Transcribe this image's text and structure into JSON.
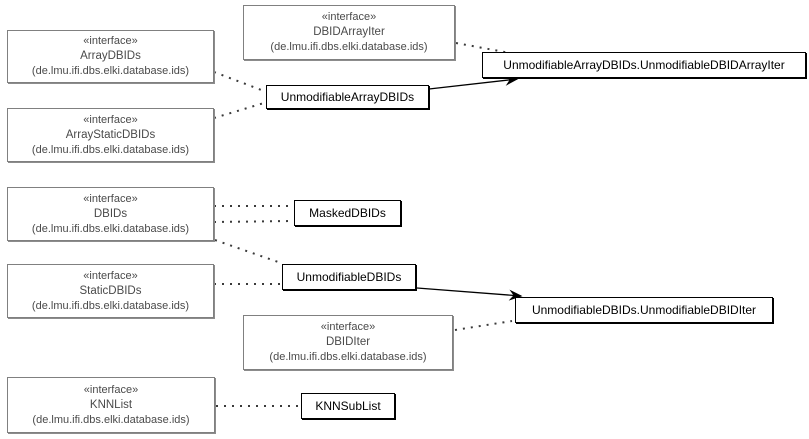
{
  "diagram": {
    "kind": "uml-class-diagram",
    "package": "de.lmu.ifi.dbs.elki.database.ids"
  },
  "colors": {
    "background": "#ffffff",
    "interface_border": "#808080",
    "interface_text": "#4a4a4a",
    "class_border": "#000000",
    "class_text": "#000000",
    "edge_dotted": "#3a3a3a",
    "edge_solid": "#000000"
  },
  "nodes": {
    "array_dbids": {
      "stereotype": "«interface»",
      "name": "ArrayDBIDs",
      "package": "(de.lmu.ifi.dbs.elki.database.ids)"
    },
    "dbid_array_iter": {
      "stereotype": "«interface»",
      "name": "DBIDArrayIter",
      "package": "(de.lmu.ifi.dbs.elki.database.ids)"
    },
    "array_static_dbids": {
      "stereotype": "«interface»",
      "name": "ArrayStaticDBIDs",
      "package": "(de.lmu.ifi.dbs.elki.database.ids)"
    },
    "dbids": {
      "stereotype": "«interface»",
      "name": "DBIDs",
      "package": "(de.lmu.ifi.dbs.elki.database.ids)"
    },
    "static_dbids": {
      "stereotype": "«interface»",
      "name": "StaticDBIDs",
      "package": "(de.lmu.ifi.dbs.elki.database.ids)"
    },
    "dbid_iter": {
      "stereotype": "«interface»",
      "name": "DBIDIter",
      "package": "(de.lmu.ifi.dbs.elki.database.ids)"
    },
    "knn_list": {
      "stereotype": "«interface»",
      "name": "KNNList",
      "package": "(de.lmu.ifi.dbs.elki.database.ids)"
    },
    "unmodifiable_array_dbids": {
      "name": "UnmodifiableArrayDBIDs"
    },
    "unmodifiable_array_dbids_iter": {
      "name": "UnmodifiableArrayDBIDs.UnmodifiableDBIDArrayIter"
    },
    "masked_dbids": {
      "name": "MaskedDBIDs"
    },
    "unmodifiable_dbids": {
      "name": "UnmodifiableDBIDs"
    },
    "unmodifiable_dbids_iter": {
      "name": "UnmodifiableDBIDs.UnmodifiableDBIDIter"
    },
    "knn_sub_list": {
      "name": "KNNSubList"
    }
  },
  "edges": [
    {
      "a": "ArrayDBIDs",
      "b": "UnmodifiableArrayDBIDs",
      "style": "dotted"
    },
    {
      "a": "ArrayStaticDBIDs",
      "b": "UnmodifiableArrayDBIDs",
      "style": "dotted"
    },
    {
      "a": "DBIDArrayIter",
      "b": "UnmodifiableArrayDBIDs.UnmodifiableDBIDArrayIter",
      "style": "dotted"
    },
    {
      "a": "DBIDs",
      "b": "MaskedDBIDs",
      "style": "dotted"
    },
    {
      "a": "DBIDs",
      "b": "MaskedDBIDs",
      "style": "dotted"
    },
    {
      "a": "DBIDs",
      "b": "UnmodifiableDBIDs",
      "style": "dotted"
    },
    {
      "a": "StaticDBIDs",
      "b": "UnmodifiableDBIDs",
      "style": "dotted"
    },
    {
      "a": "DBIDIter",
      "b": "UnmodifiableDBIDs.UnmodifiableDBIDIter",
      "style": "dotted"
    },
    {
      "a": "KNNList",
      "b": "KNNSubList",
      "style": "dotted"
    },
    {
      "a": "UnmodifiableArrayDBIDs",
      "b": "UnmodifiableArrayDBIDs.UnmodifiableDBIDArrayIter",
      "style": "solid-arrow"
    },
    {
      "a": "UnmodifiableDBIDs",
      "b": "UnmodifiableDBIDs.UnmodifiableDBIDIter",
      "style": "solid-arrow"
    }
  ]
}
